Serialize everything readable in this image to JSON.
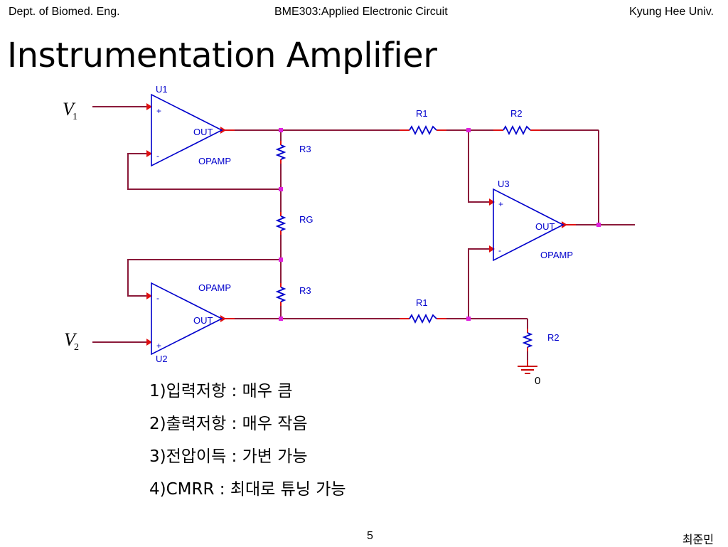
{
  "header": {
    "left": "Dept. of Biomed. Eng.",
    "center": "BME303:Applied Electronic Circuit",
    "right": "Kyung Hee Univ."
  },
  "title": "Instrumentation Amplifier",
  "schematic": {
    "inputs": {
      "v1_sym": "V",
      "v1_sub": "1",
      "v2_sym": "V",
      "v2_sub": "2"
    },
    "opamps": {
      "u1": {
        "ref": "U1",
        "plus": "+",
        "minus": "-",
        "out": "OUT",
        "type": "OPAMP"
      },
      "u2": {
        "ref": "U2",
        "plus": "+",
        "minus": "-",
        "out": "OUT",
        "type": "OPAMP"
      },
      "u3": {
        "ref": "U3",
        "plus": "+",
        "minus": "-",
        "out": "OUT",
        "type": "OPAMP"
      }
    },
    "resistors": {
      "r3_top": "R3",
      "rg": "RG",
      "r3_bottom": "R3",
      "r1_top": "R1",
      "r2_top": "R2",
      "r1_bottom": "R1",
      "r2_bottom": "R2"
    },
    "ground_label": "0",
    "colors": {
      "wire": "#8b1a3a",
      "component": "#0000cc",
      "node": "#e020e0",
      "pin": "#e01010",
      "ground": "#cc0000"
    }
  },
  "bullets": [
    "1)입력저항 : 매우 큼",
    "2)출력저항 : 매우 작음",
    "3)전압이득 : 가변 가능",
    "4)CMRR : 최대로 튜닝 가능"
  ],
  "footer": {
    "page": "5",
    "author": "최준민"
  }
}
